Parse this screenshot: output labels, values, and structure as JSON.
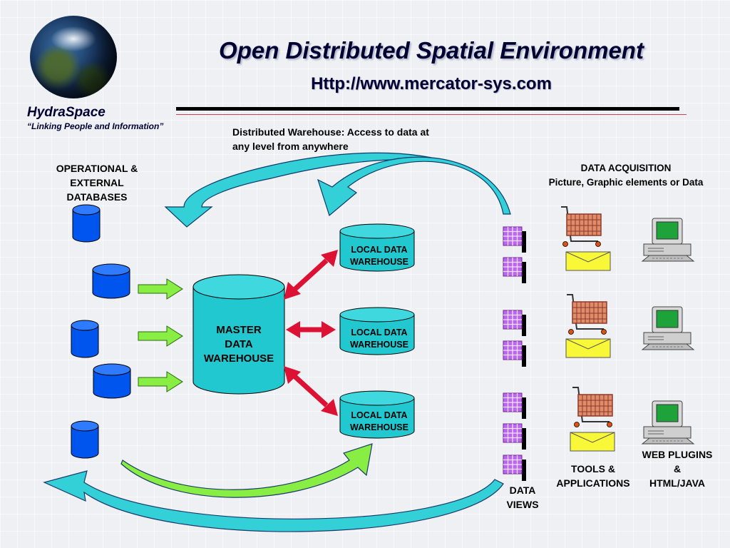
{
  "header": {
    "title": "Open Distributed Spatial Environment",
    "url": "Http://www.mercator-sys.com",
    "brand": "HydraSpace",
    "tagline": "“Linking People and Information”"
  },
  "labels": {
    "distributed_note": "Distributed Warehouse: Access to data at any level from anywhere",
    "operational": "OPERATIONAL &\nEXTERNAL\nDATABASES",
    "data_acquisition_title": "DATA ACQUISITION",
    "data_acquisition_sub": "Picture, Graphic elements or Data",
    "master": "MASTER\nDATA\nWAREHOUSE",
    "local_1": "LOCAL DATA\nWAREHOUSE",
    "local_2": "LOCAL DATA\nWAREHOUSE",
    "local_3": "LOCAL DATA\nWAREHOUSE",
    "data_views": "DATA\nVIEWS",
    "tools": "TOOLS &\nAPPLICATIONS",
    "web_plugins": "WEB PLUGINS\n&\nHTML/JAVA"
  },
  "icons": {
    "globe": "globe-icon",
    "database": "database-cylinder-icon",
    "data_view": "data-grid-icon",
    "cart": "shopping-cart-icon",
    "envelope": "envelope-icon",
    "computer": "desktop-computer-icon"
  },
  "colors": {
    "title": "#000033",
    "database_blue": "#0055ee",
    "warehouse_cyan": "#22c8d0",
    "green_arrow": "#88ee44",
    "cyan_arrow": "#33d0d8",
    "red_arrow": "#dd1133",
    "grid_purple": "#bb66ee",
    "envelope_yellow": "#f8f838"
  }
}
